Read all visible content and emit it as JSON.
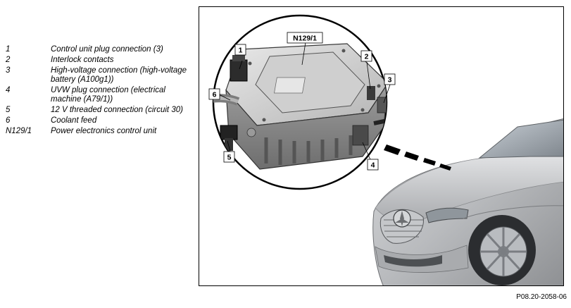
{
  "legend": [
    {
      "key": "1",
      "text": "Control unit plug connection (3)"
    },
    {
      "key": "2",
      "text": "Interlock contacts"
    },
    {
      "key": "3",
      "text": "High-voltage connection (high-voltage battery (A100g1))"
    },
    {
      "key": "4",
      "text": "UVW plug connection (electrical machine (A79/1))"
    },
    {
      "key": "5",
      "text": "12 V threaded connection (circuit 30)"
    },
    {
      "key": "6",
      "text": "Coolant feed"
    },
    {
      "key": "N129/1",
      "text": "Power electronics control unit"
    }
  ],
  "callouts": {
    "c1": "1",
    "c2": "2",
    "c3": "3",
    "c4": "4",
    "c5": "5",
    "c6": "6",
    "main": "N129/1"
  },
  "reference_code": "P08.20-2058-06"
}
